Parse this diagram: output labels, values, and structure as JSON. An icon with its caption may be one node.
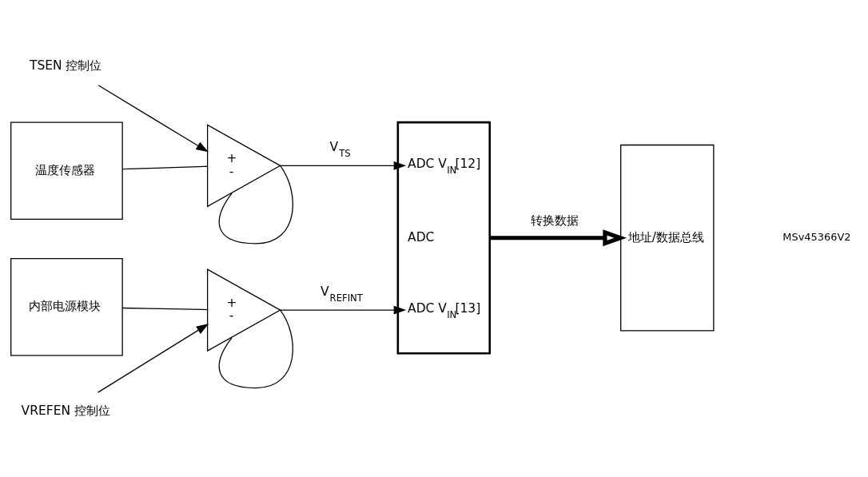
{
  "diagram": {
    "nodes": [
      {
        "text": [
          "TSEN 控制位"
        ]
      },
      {
        "text": [
          "温度传感器"
        ]
      },
      {
        "text": [
          "+",
          "-"
        ]
      },
      {
        "text": [
          "ADC V$_{IN}$[12]",
          "ADC",
          "ADC V$_{IN}$[13]"
        ]
      },
      {
        "text": [
          "VREFEN 控制位"
        ]
      },
      {
        "text": [
          "地址/数据总线"
        ]
      },
      {
        "text": [
          "内部电源模块"
        ]
      },
      {
        "text": [
          "+",
          "-"
        ]
      }
    ],
    "edges": [
      {
        "from": 0,
        "to": 2,
        "arrow": "to"
      },
      {
        "from": 1,
        "to": 2,
        "arrow": "none"
      },
      {
        "from": 2,
        "to": 2,
        "arrow": "none"
      },
      {
        "from": 2,
        "to": 3,
        "arrow": "to",
        "label": "V$_{TS}$"
      },
      {
        "from": 4,
        "to": 7,
        "arrow": "to"
      },
      {
        "from": 6,
        "to": 7,
        "arrow": "none"
      },
      {
        "from": 7,
        "to": 7,
        "arrow": "none"
      },
      {
        "from": 7,
        "to": 3,
        "arrow": "to",
        "label": "V$_{REFINT}$"
      },
      {
        "from": 3,
        "to": 5,
        "arrow": "to",
        "label": "转换数据",
        "style": "thick"
      }
    ],
    "labels": [
      "MSv45366V2"
    ]
  }
}
